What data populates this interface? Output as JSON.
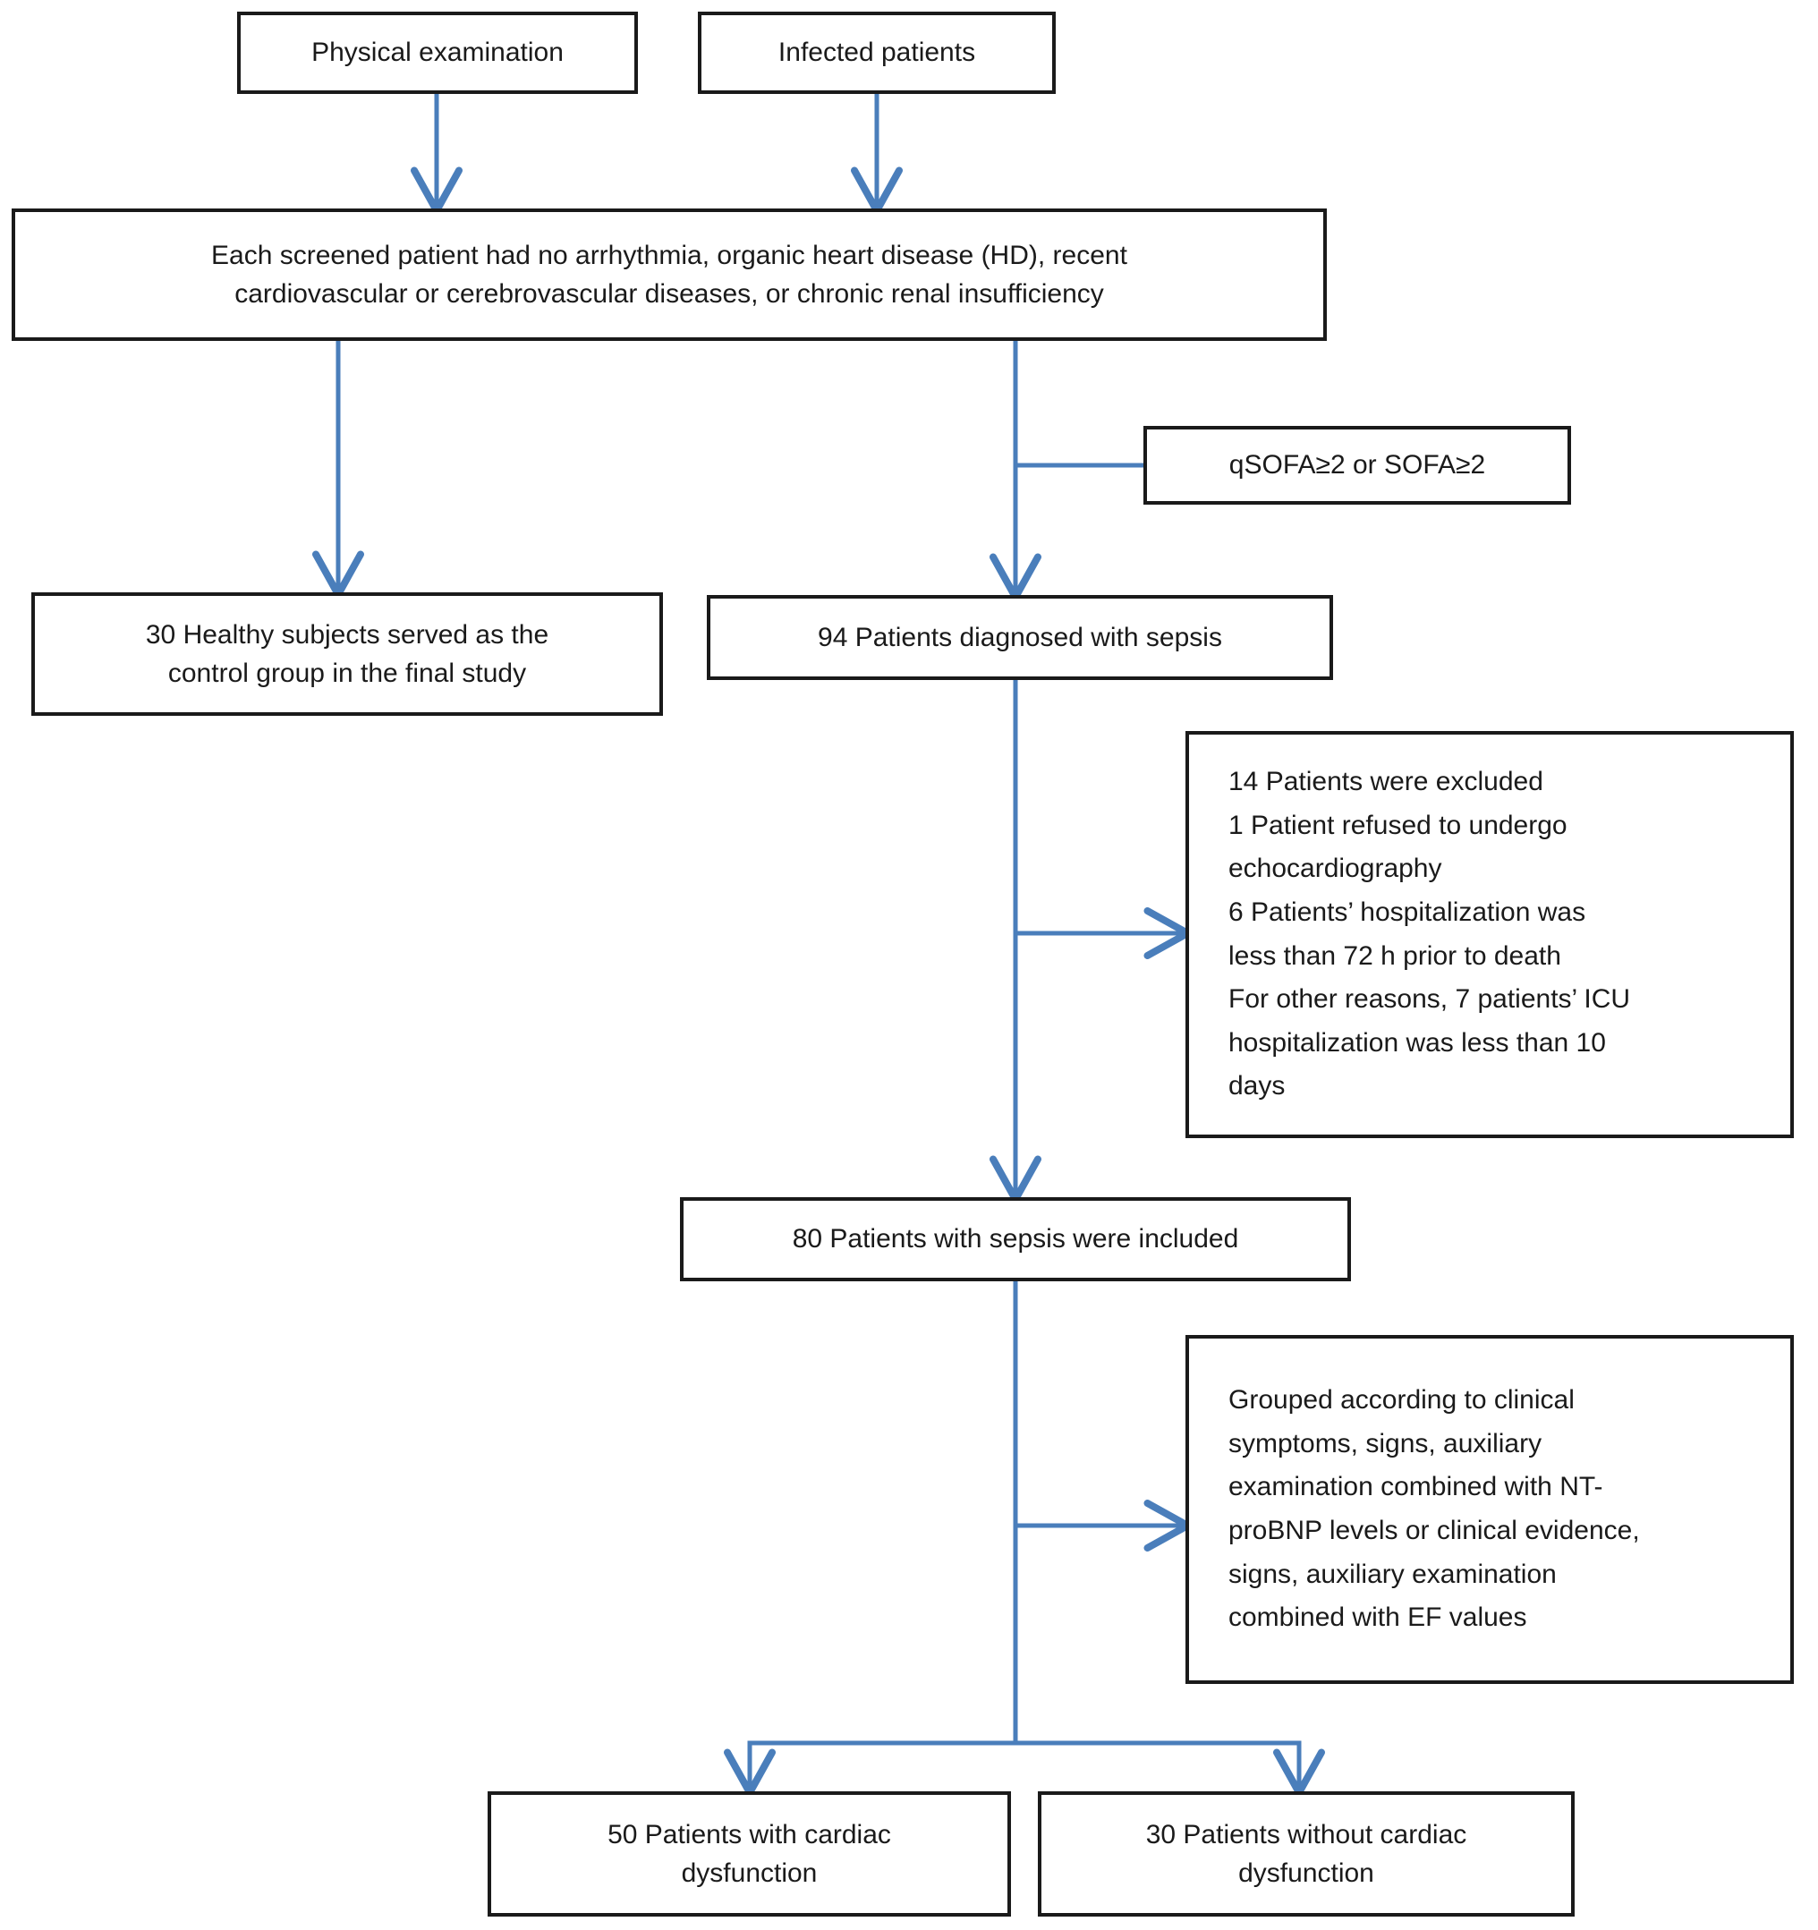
{
  "diagram": {
    "title": "Patient screening and grouping flowchart",
    "colors": {
      "box_border": "#1a1a1a",
      "box_fill": "#ffffff",
      "arrow": "#4a7ebb",
      "text": "#1a1a1a"
    },
    "nodes": {
      "physical_examination": "Physical examination",
      "infected_patients": "Infected patients",
      "screening_criteria": "Each screened patient had no arrhythmia, organic heart disease (HD), recent\ncardiovascular or cerebrovascular diseases, or chronic renal insufficiency",
      "sofa_criteria": "qSOFA≥2 or SOFA≥2",
      "control_group": "30 Healthy subjects served as the\ncontrol group in the final study",
      "diagnosed_sepsis": "94 Patients diagnosed with sepsis",
      "excluded_patients": "14 Patients were excluded\n1 Patient refused to undergo\nechocardiography\n6 Patients’ hospitalization was\nless than 72 h prior to death\nFor other reasons, 7 patients’ ICU\nhospitalization was less than 10\ndays",
      "included_sepsis": "80 Patients with sepsis were included",
      "grouping_criteria": "Grouped according to clinical\nsymptoms, signs, auxiliary\nexamination combined with NT-\nproBNP levels or clinical evidence,\nsigns, auxiliary examination\ncombined with EF values",
      "with_dysfunction": "50 Patients with cardiac\ndysfunction",
      "without_dysfunction": "30 Patients without cardiac\ndysfunction"
    },
    "counts": {
      "healthy_controls": 30,
      "diagnosed_sepsis": 94,
      "excluded_total": 14,
      "excluded_refused_echo": 1,
      "excluded_short_hospitalization": 6,
      "excluded_other_reasons": 7,
      "included_sepsis": 80,
      "with_cardiac_dysfunction": 50,
      "without_cardiac_dysfunction": 30
    },
    "edges": [
      {
        "from": "physical_examination",
        "to": "screening_criteria",
        "kind": "down-arrow"
      },
      {
        "from": "infected_patients",
        "to": "screening_criteria",
        "kind": "down-arrow"
      },
      {
        "from": "screening_criteria",
        "to": "control_group",
        "kind": "down-arrow"
      },
      {
        "from": "screening_criteria",
        "to": "diagnosed_sepsis",
        "kind": "down-arrow"
      },
      {
        "from": "screening_criteria",
        "to": "sofa_criteria",
        "kind": "right-arrow"
      },
      {
        "from": "diagnosed_sepsis",
        "to": "included_sepsis",
        "kind": "down-arrow"
      },
      {
        "from": "diagnosed_sepsis",
        "to": "excluded_patients",
        "kind": "right-arrow"
      },
      {
        "from": "included_sepsis",
        "to": "grouping_criteria",
        "kind": "right-arrow"
      },
      {
        "from": "included_sepsis",
        "to": "with_dysfunction",
        "kind": "split-down-arrow"
      },
      {
        "from": "included_sepsis",
        "to": "without_dysfunction",
        "kind": "split-down-arrow"
      }
    ]
  }
}
